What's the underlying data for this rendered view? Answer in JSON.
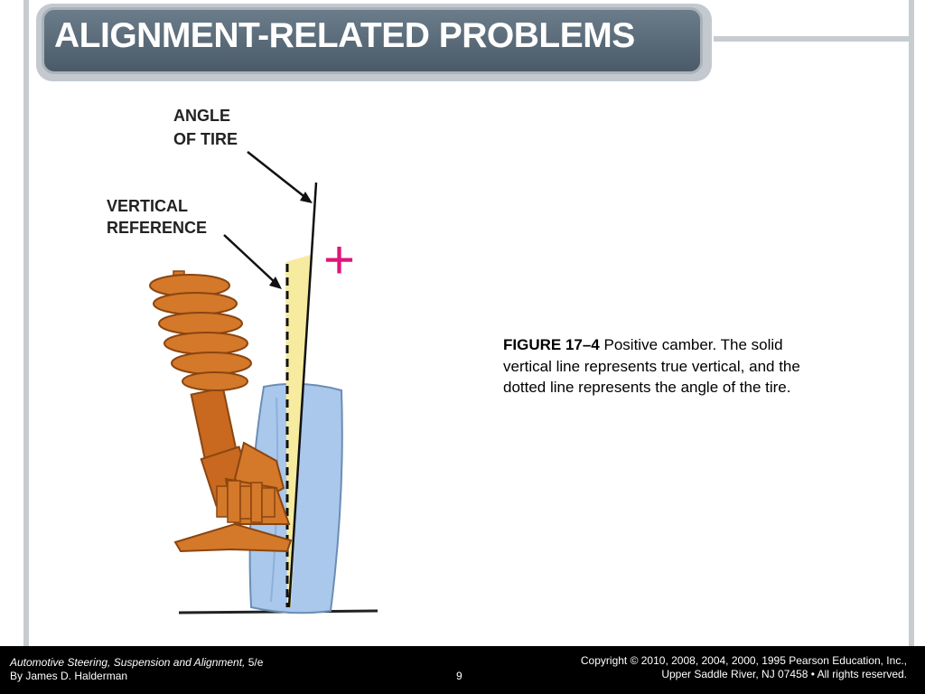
{
  "slide": {
    "title": "ALIGNMENT-RELATED PROBLEMS"
  },
  "figure": {
    "labels": {
      "angle_line1": "ANGLE",
      "angle_line2": "OF TIRE",
      "vertical_line1": "VERTICAL",
      "vertical_line2": "REFERENCE",
      "sign": "+"
    },
    "colors": {
      "spring": "#d4782a",
      "tire": "#a9c8ec",
      "camber_wedge": "#f7eba0",
      "sign": "#e0157a"
    }
  },
  "caption": {
    "figure_id": "FIGURE 17–4",
    "text": "Positive camber. The solid vertical line represents true vertical, and the dotted line represents the angle of the tire."
  },
  "footer": {
    "book_title": "Automotive Steering, Suspension and Alignment,",
    "edition": " 5/e",
    "author": "By James D. Halderman",
    "page_number": "9",
    "copyright_line1": "Copyright © 2010, 2008, 2004, 2000, 1995 Pearson Education, Inc.,",
    "copyright_line2": "Upper Saddle River, NJ 07458 • All rights reserved."
  }
}
